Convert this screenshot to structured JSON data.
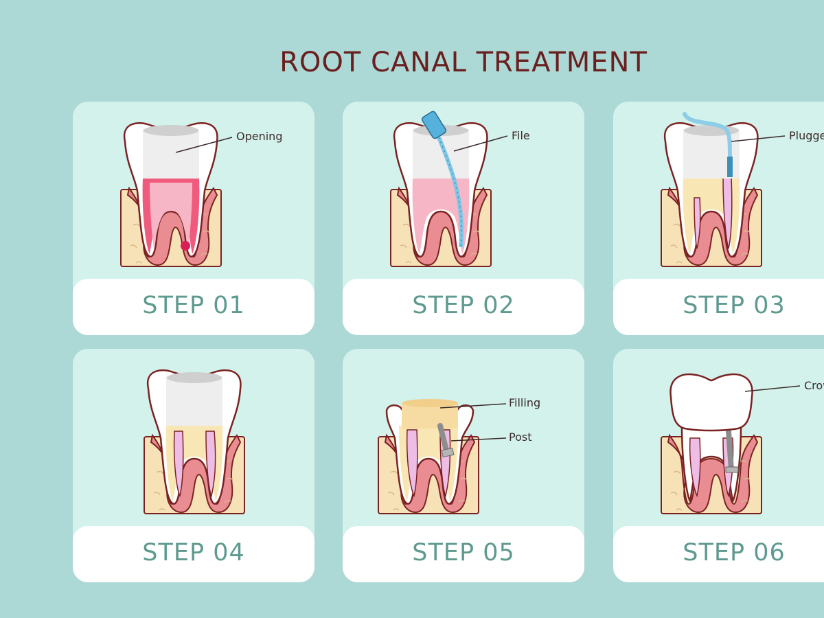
{
  "title": "ROOT CANAL TREATMENT",
  "colors": {
    "background": "#acd8d6",
    "card": "#d3f2ec",
    "title": "#6a1f1f",
    "step_text": "#5e9a8f",
    "outline": "#7a2222",
    "gum": "#e98d93",
    "bone": "#f7e2b8",
    "pulp_inflamed": "#f05b7d",
    "pulp_light": "#f7b6c6",
    "filling": "#f8e7b4",
    "root_fill": "#eebde6"
  },
  "steps": [
    {
      "label": "STEP 01",
      "callouts": [
        "Opening"
      ]
    },
    {
      "label": "STEP 02",
      "callouts": [
        "File"
      ]
    },
    {
      "label": "STEP 03",
      "callouts": [
        "Plugger"
      ]
    },
    {
      "label": "STEP 04",
      "callouts": []
    },
    {
      "label": "STEP 05",
      "callouts": [
        "Filling",
        "Post"
      ]
    },
    {
      "label": "STEP 06",
      "callouts": [
        "Crown"
      ]
    }
  ]
}
